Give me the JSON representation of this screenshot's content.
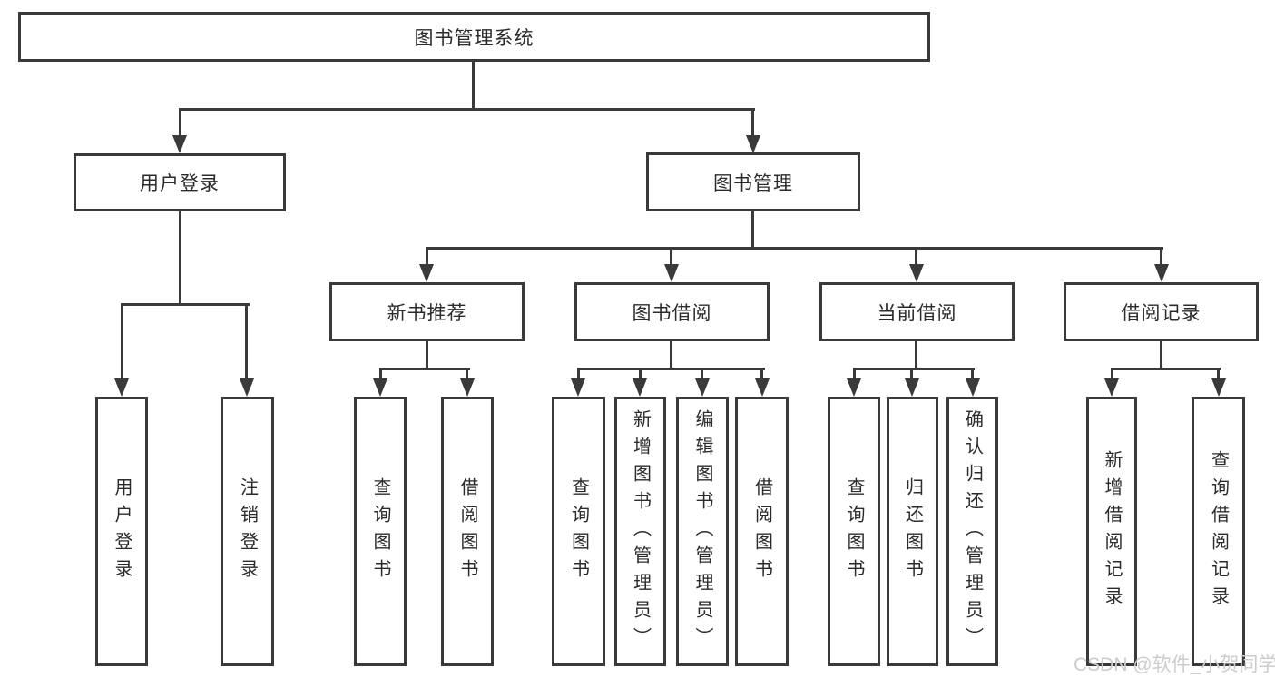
{
  "diagram": {
    "root": {
      "label": "图书管理系统"
    },
    "level2": [
      {
        "label": "用户登录"
      },
      {
        "label": "图书管理"
      }
    ],
    "level3": [
      {
        "label": "新书推荐"
      },
      {
        "label": "图书借阅"
      },
      {
        "label": "当前借阅"
      },
      {
        "label": "借阅记录"
      }
    ],
    "leaves": {
      "user_login": [
        "用户登录",
        "注销登录"
      ],
      "new_book": [
        "查询图书",
        "借阅图书"
      ],
      "book_borrow": [
        "查询图书",
        "新增图书（管理员）",
        "编辑图书（管理员）",
        "借阅图书"
      ],
      "current_borrow": [
        "查询图书",
        "归还图书",
        "确认归还（管理员）"
      ],
      "borrow_record": [
        "新增借阅记录",
        "查询借阅记录"
      ]
    },
    "watermark": "CSDN @软件_小贺同学",
    "colors": {
      "line": "#3a3a3a",
      "text": "#2b2b2b",
      "watermark": "#cccccc",
      "background": "#ffffff"
    }
  }
}
